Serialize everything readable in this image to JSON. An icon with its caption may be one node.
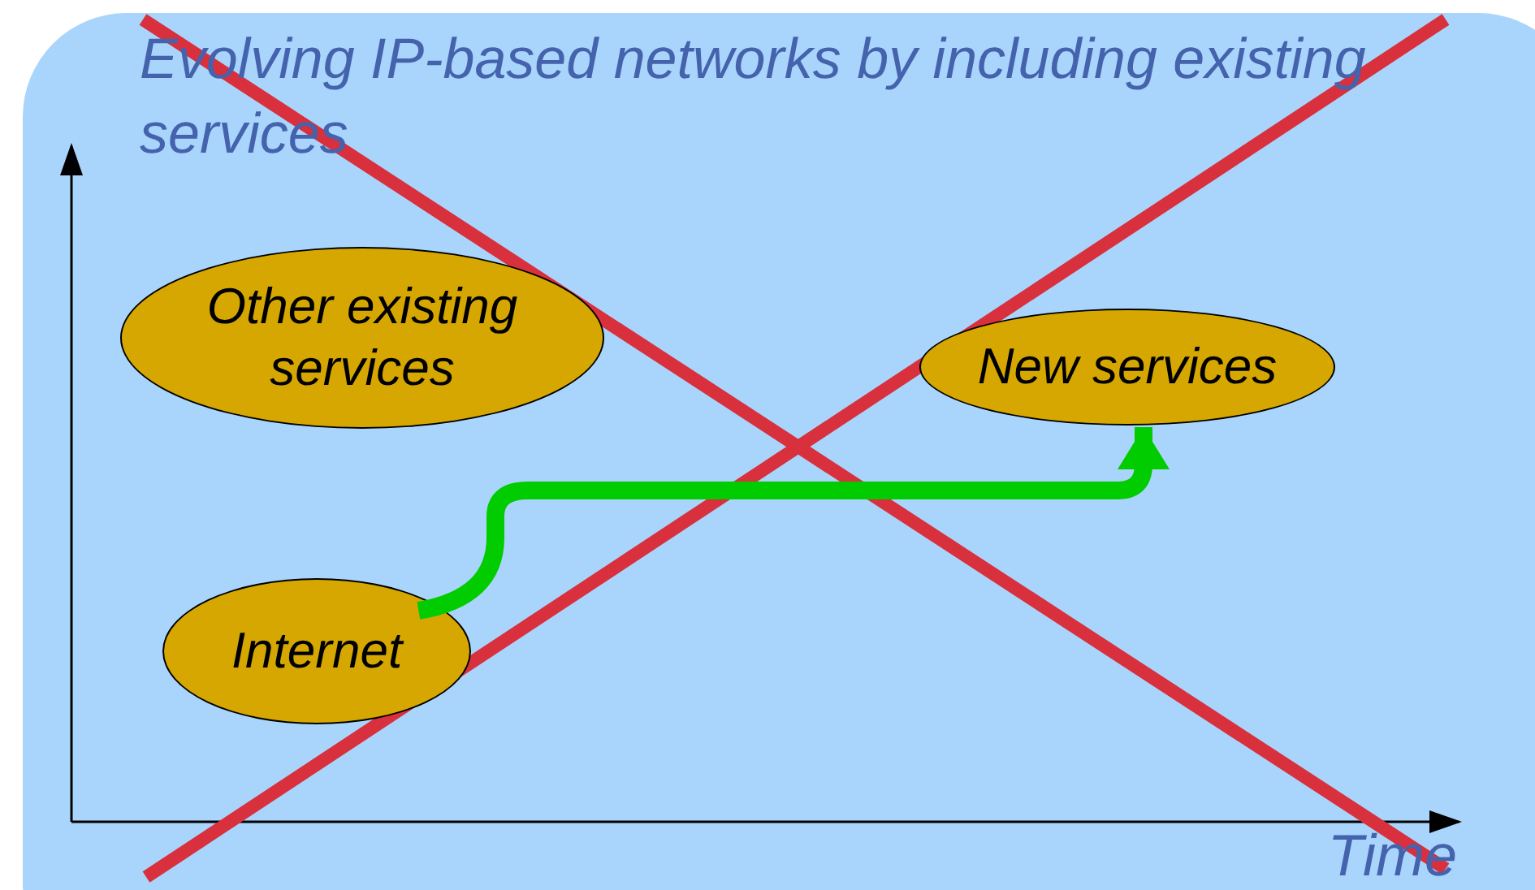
{
  "diagram": {
    "title": "Evolving IP-based networks by including existing services",
    "nodes": [
      {
        "text": [
          "Other existing services"
        ]
      },
      {
        "text": [
          "New services"
        ]
      },
      {
        "text": [
          "Internet"
        ]
      }
    ],
    "edges": [
      {
        "from": 2,
        "to": 1,
        "arrow": "to"
      }
    ],
    "labels": [
      "Time"
    ]
  }
}
